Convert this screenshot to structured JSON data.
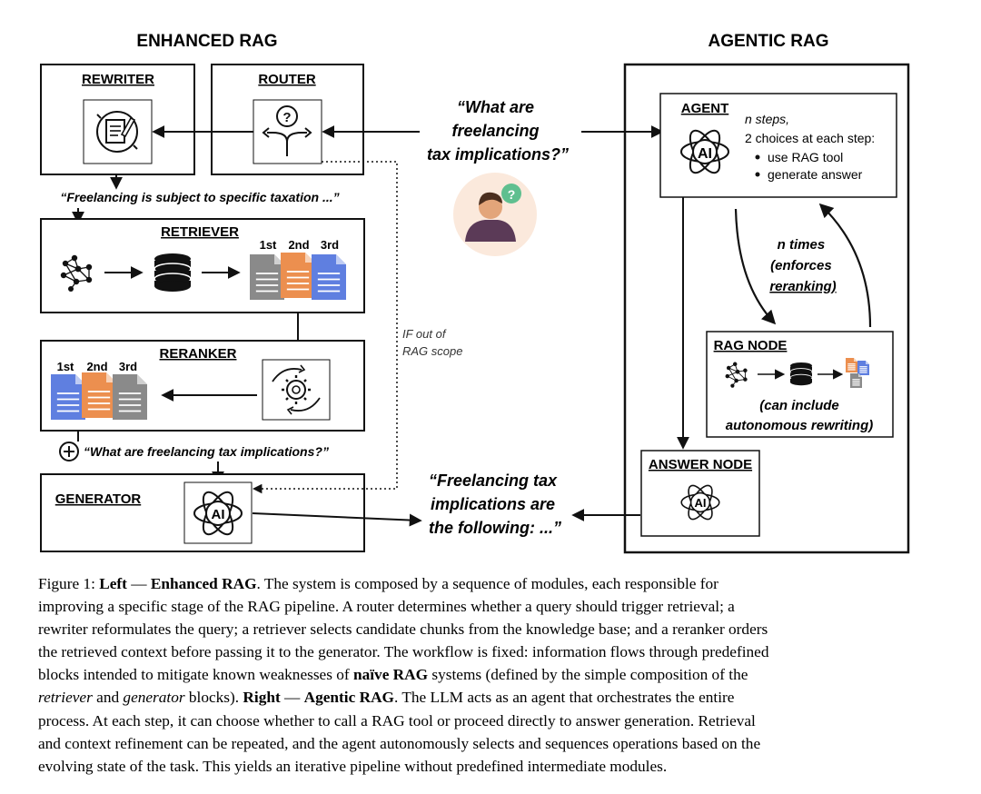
{
  "enhanced": {
    "title": "ENHANCED RAG",
    "rewriter": "REWRITER",
    "router": "ROUTER",
    "rewrite_quote": "“Freelancing is subject to specific taxation ...”",
    "retriever": "RETRIEVER",
    "retriever_ranks": [
      "1st",
      "2nd",
      "3rd"
    ],
    "reranker": "RERANKER",
    "reranker_ranks": [
      "1st",
      "2nd",
      "3rd"
    ],
    "scope_note": [
      "IF out of",
      "RAG scope"
    ],
    "plus_query": "“What are freelancing tax implications?”",
    "generator": "GENERATOR",
    "ai": "AI"
  },
  "query_lines": [
    "“What are",
    "freelancing",
    "tax implications?”"
  ],
  "answer_lines": [
    "“Freelancing tax",
    "implications are",
    "the following:  ...”"
  ],
  "agentic": {
    "title": "AGENTIC RAG",
    "agent": "AGENT",
    "agent_steps": "n steps,",
    "agent_choices": "2 choices at each step:",
    "bullets": [
      "use RAG tool",
      "generate answer"
    ],
    "loop": [
      "n times",
      "(enforces",
      "reranking)"
    ],
    "rag_node": "RAG NODE",
    "rag_node_note": [
      "(can include",
      "autonomous rewriting)"
    ],
    "answer_node": "ANSWER NODE"
  },
  "caption_lines": [
    [
      {
        "t": "Figure 1:  "
      },
      {
        "t": "Left",
        "b": true
      },
      {
        "t": " — "
      },
      {
        "t": "Enhanced RAG",
        "b": true
      },
      {
        "t": ". The system is composed by a sequence of modules, each responsible for"
      }
    ],
    [
      {
        "t": "improving a specific stage of the RAG pipeline.  A router determines whether a query should trigger retrieval; a"
      }
    ],
    [
      {
        "t": "rewriter reformulates the query; a retriever selects candidate chunks from the knowledge base; and a reranker orders"
      }
    ],
    [
      {
        "t": "the retrieved context before passing it to the generator. The workflow is fixed: information flows through predefined"
      }
    ],
    [
      {
        "t": "blocks intended to mitigate known weaknesses of "
      },
      {
        "t": "naïve RAG",
        "b": true
      },
      {
        "t": " systems (defined by the simple composition of the"
      }
    ],
    [
      {
        "t": "retriever",
        "i": true
      },
      {
        "t": " and "
      },
      {
        "t": "generator",
        "i": true
      },
      {
        "t": " blocks). "
      },
      {
        "t": "Right",
        "b": true
      },
      {
        "t": " — "
      },
      {
        "t": "Agentic RAG",
        "b": true
      },
      {
        "t": ". The LLM acts as an agent that orchestrates the entire"
      }
    ],
    [
      {
        "t": "process. At each step, it can choose whether to call a RAG tool or proceed directly to answer generation. Retrieval"
      }
    ],
    [
      {
        "t": "and context refinement can be repeated, and the agent autonomously selects and sequences operations based on the"
      }
    ],
    [
      {
        "t": "evolving state of the task. This yields an iterative pipeline without predefined intermediate modules."
      }
    ]
  ]
}
